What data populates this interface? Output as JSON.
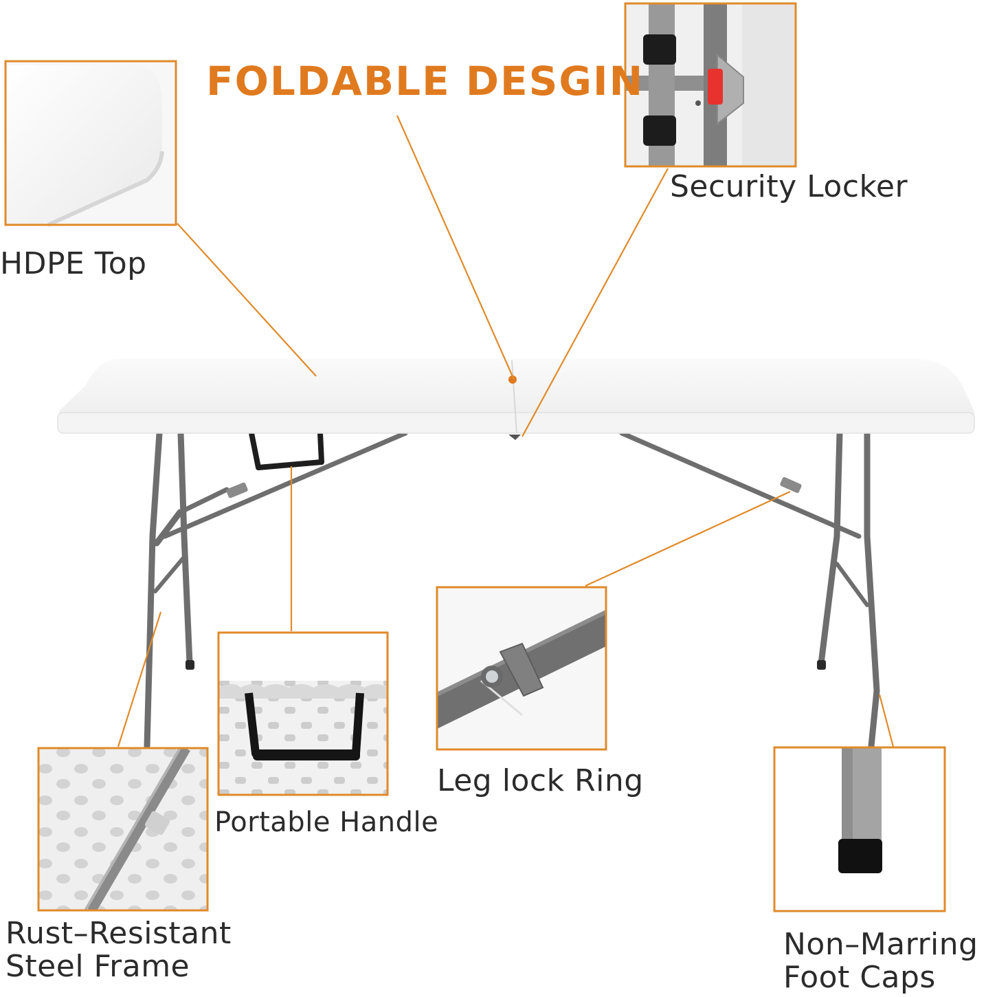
{
  "title": "FOLDABLE DESGIN",
  "labels": {
    "hdpe_top": "HDPE Top",
    "security_locker": "Security Locker",
    "leg_lock_ring": "Leg lock Ring",
    "portable_handle": "Portable Handle",
    "steel_frame_line1": "Rust–Resistant",
    "steel_frame_line2": "Steel Frame",
    "foot_caps_line1": "Non–Marring",
    "foot_caps_line2": "Foot Caps"
  },
  "colors": {
    "accent": "#e07a1f",
    "frame": "#6e6e6e",
    "text": "#2b2b2b",
    "lock": "#e8322e"
  }
}
